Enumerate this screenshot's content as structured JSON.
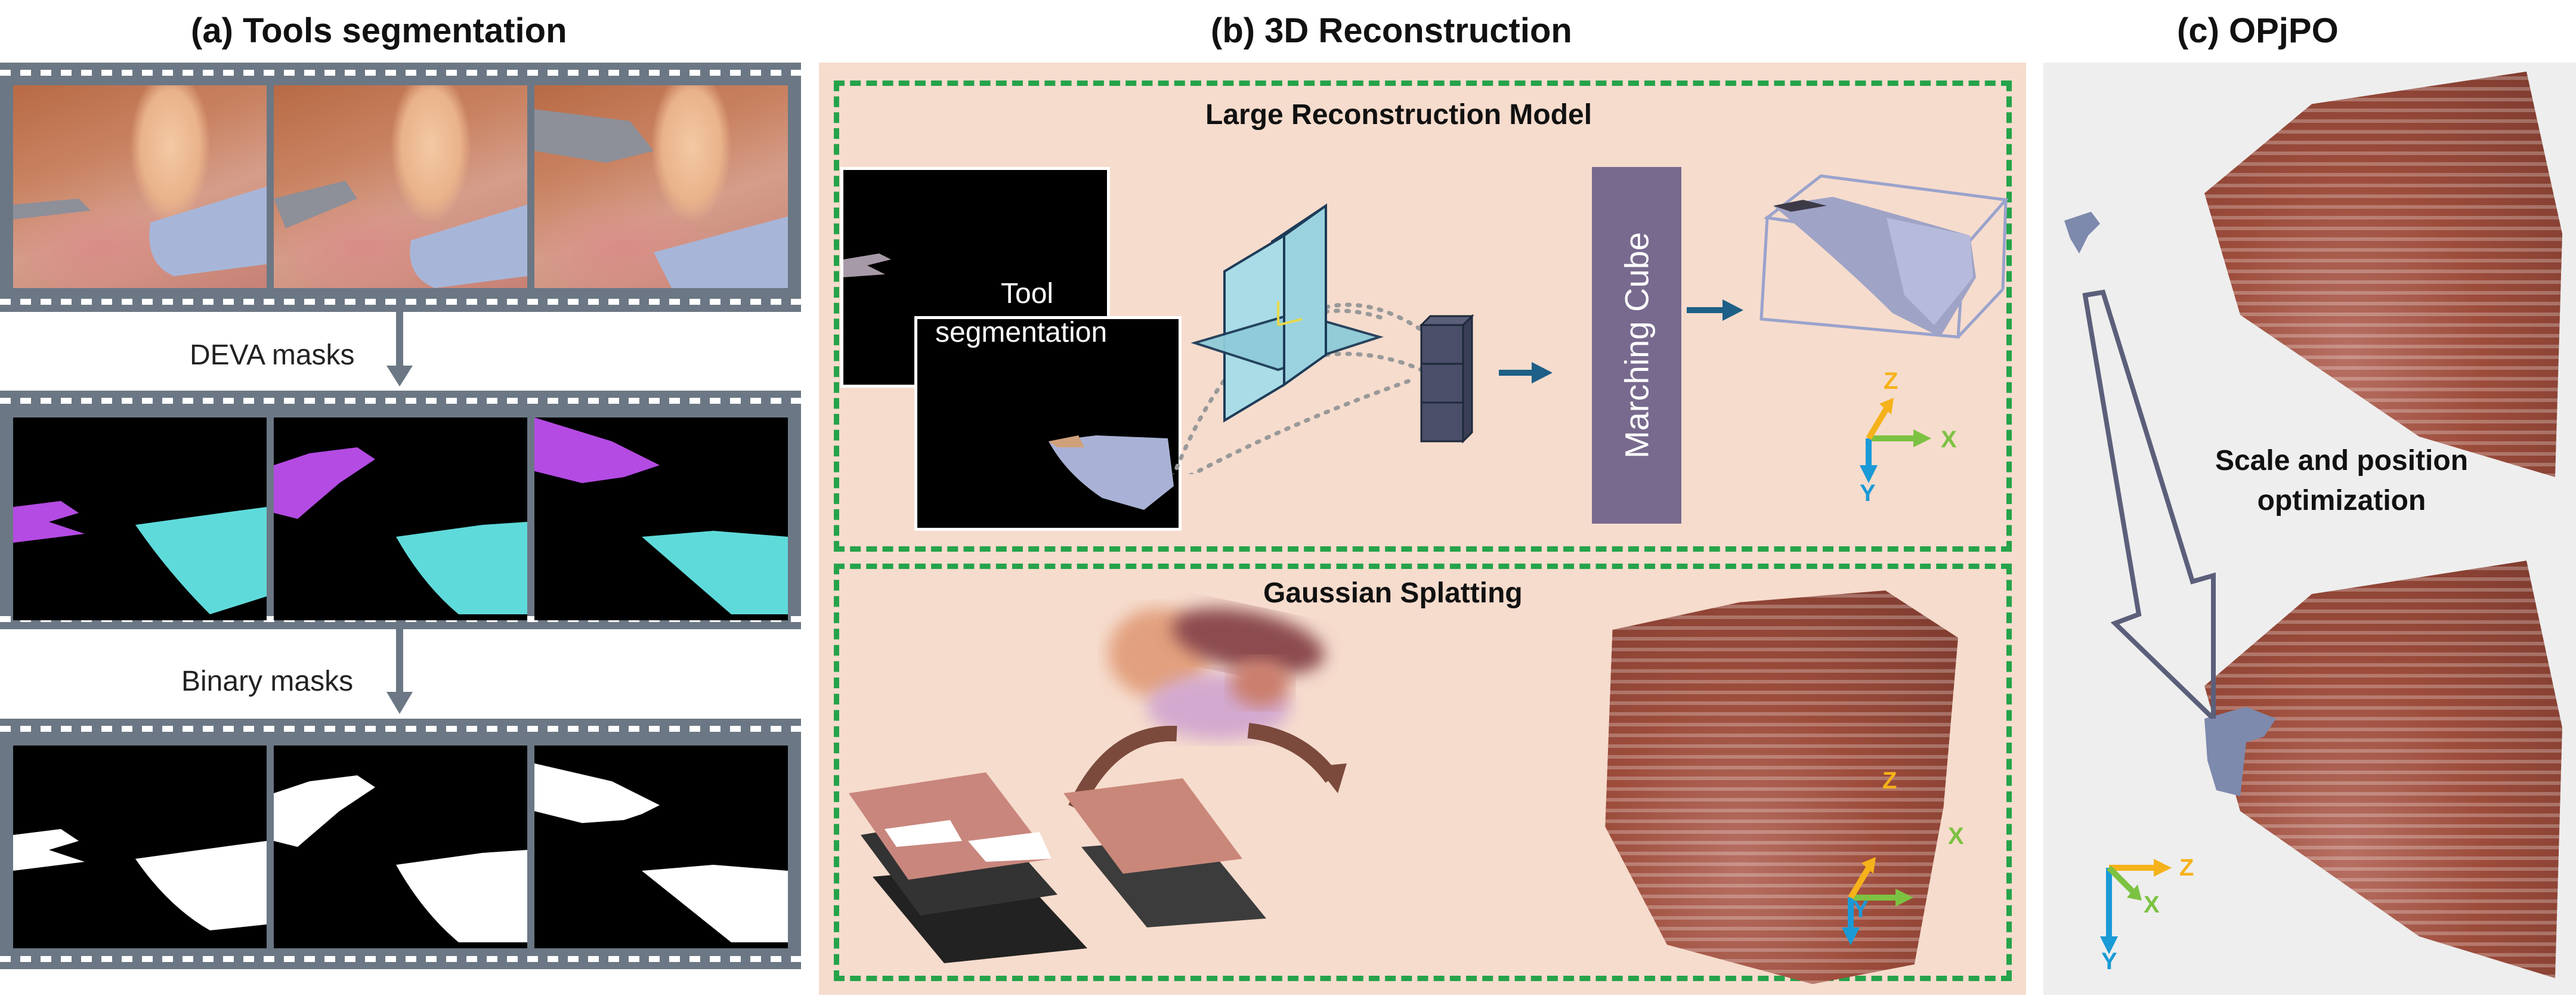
{
  "panel_a": {
    "title": "(a) Tools segmentation",
    "step1_label": "DEVA masks",
    "step2_label": "Binary masks"
  },
  "panel_b": {
    "title": "(b) 3D Reconstruction",
    "lrm_title": "Large Reconstruction Model",
    "tool_label_1": "Tool",
    "tool_label_2": "segmentation",
    "marching_cube": "Marching Cube",
    "gs_title": "Gaussian Splatting",
    "axes": {
      "x": "X",
      "y": "Y",
      "z": "Z"
    }
  },
  "panel_c": {
    "title": "(c) OPjPO",
    "caption_1": "Scale and position",
    "caption_2": "optimization",
    "axes": {
      "x": "X",
      "y": "Y",
      "z": "Z"
    }
  },
  "colors": {
    "filmstrip": "#6b7784",
    "dashed_box": "#25a34a",
    "panel_b_bg": "#f6dccd",
    "panel_c_bg": "#eeeeee",
    "mask_purple": "#b44be3",
    "mask_cyan": "#5fdada",
    "marching_cube_box": "#786a8e",
    "axis_x": "#7cc242",
    "axis_y": "#1a9ad6",
    "axis_z": "#f5b21a",
    "arrow": "#1d5f86"
  }
}
